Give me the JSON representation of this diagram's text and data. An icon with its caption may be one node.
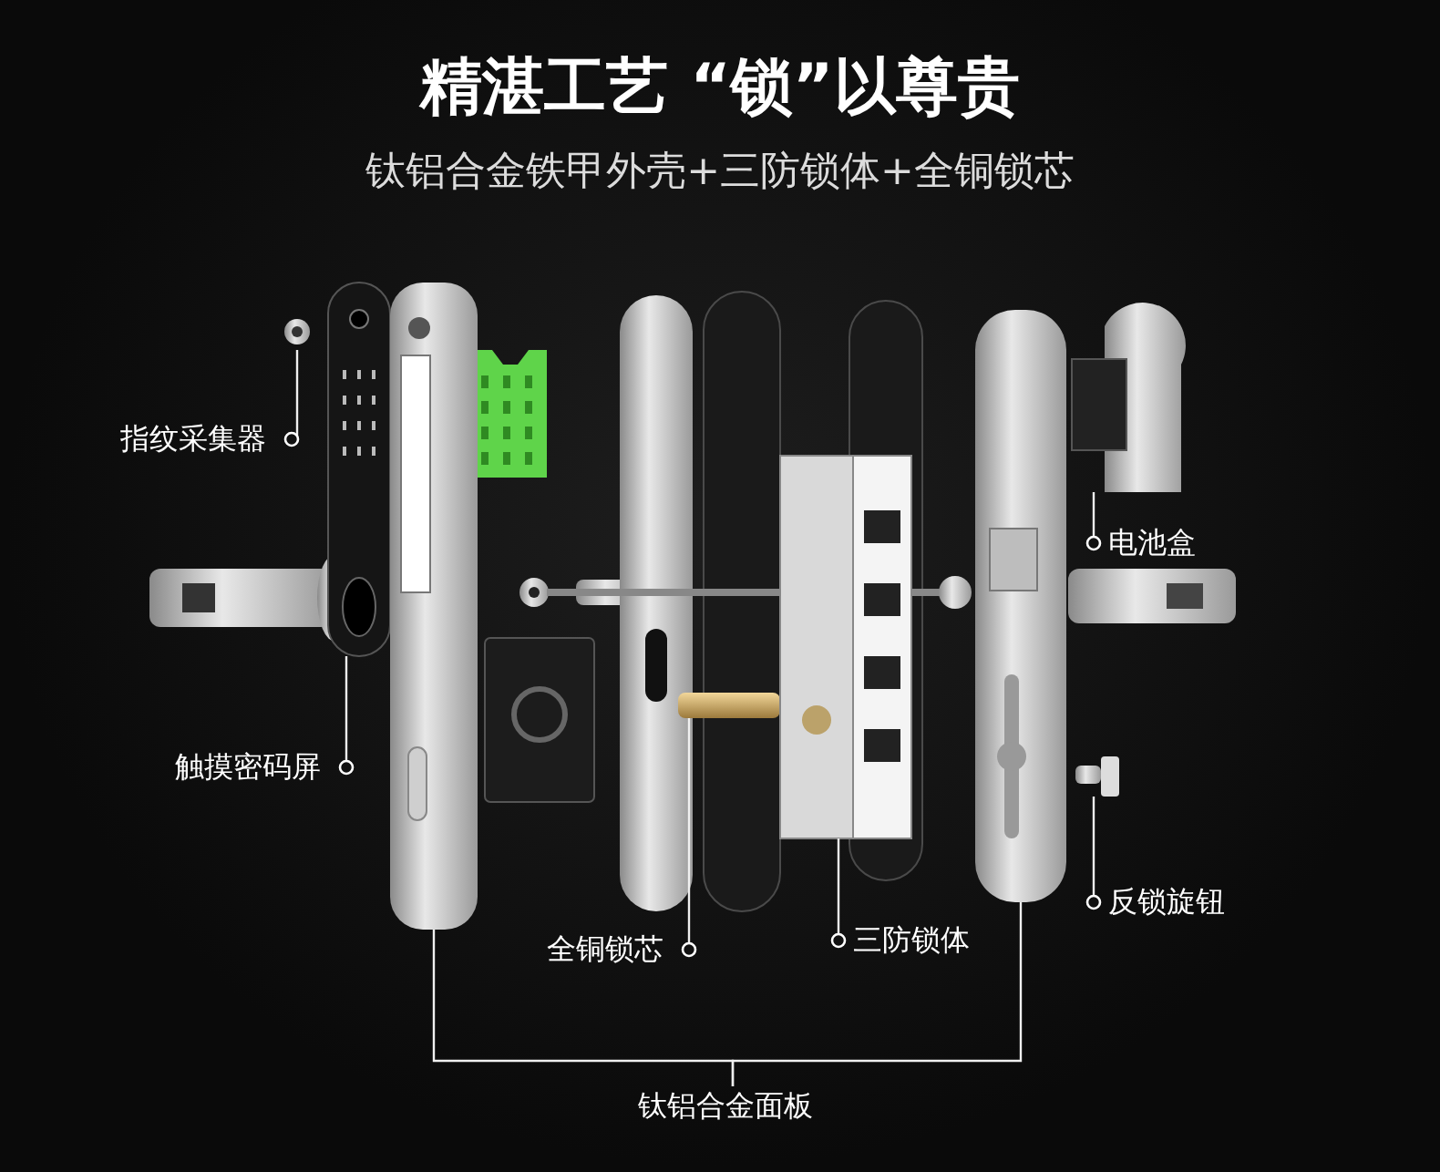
{
  "diagram": {
    "title": "精湛工艺 “锁”以尊贵",
    "nodes": [
      {
        "text": [
          "指纹采集器"
        ]
      },
      {
        "text": [],
        "shape": "picture"
      },
      {
        "text": [
          "触摸密码屏"
        ]
      },
      {
        "text": [],
        "shape": "picture"
      },
      {
        "text": [
          "全铜锁芯"
        ]
      },
      {
        "text": [],
        "shape": "picture"
      },
      {
        "text": [
          "三防锁体"
        ]
      },
      {
        "text": [],
        "shape": "picture"
      },
      {
        "text": [
          "电池盒"
        ]
      },
      {
        "text": [],
        "shape": "picture"
      },
      {
        "text": [
          "反锁旋钮"
        ]
      },
      {
        "text": [],
        "shape": "picture"
      },
      {
        "text": [
          "钛铝合金面板"
        ]
      },
      {
        "text": [],
        "shape": "picture"
      },
      {
        "text": [],
        "shape": "picture"
      }
    ],
    "edges": [
      {
        "from": 0,
        "to": 1,
        "arrow": "other"
      },
      {
        "from": 2,
        "to": 3,
        "arrow": "other"
      },
      {
        "from": 4,
        "to": 5,
        "arrow": "other"
      },
      {
        "from": 6,
        "to": 7,
        "arrow": "other"
      },
      {
        "from": 8,
        "to": 9,
        "arrow": "other"
      },
      {
        "from": 10,
        "to": 11,
        "arrow": "other"
      },
      {
        "from": 12,
        "to": 13,
        "arrow": "none"
      },
      {
        "from": 12,
        "to": 14,
        "arrow": "none"
      }
    ],
    "labels": [
      "钛铝合金铁甲外壳+三防锁体+全铜锁芯"
    ]
  }
}
